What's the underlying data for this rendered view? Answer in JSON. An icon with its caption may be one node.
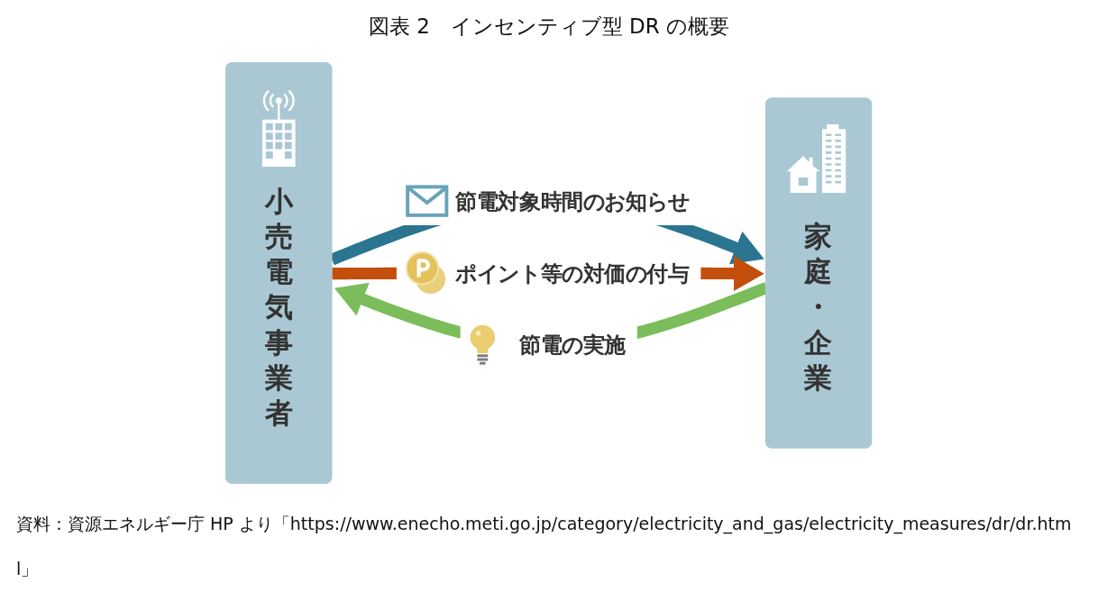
{
  "diagram": {
    "title": "図表 2　インセンティブ型 DR の概要",
    "caption": "資料：資源エネルギー庁 HP より「https://www.enecho.meti.go.jp/category/electricity_and_gas/electricity_measures/dr/dr.html」",
    "nodes": [
      {
        "text": [
          "小売電気事業者"
        ]
      },
      {
        "text": [
          "家庭・企業"
        ]
      }
    ],
    "edges": [
      {
        "from": 0,
        "to": 1,
        "arrow": "to",
        "label": "節電対象時間のお知らせ",
        "color": "#2a7590"
      },
      {
        "from": 1,
        "to": 0,
        "arrow": "to",
        "label": "節電の実施",
        "color": "#7bbd5a"
      },
      {
        "from": 0,
        "to": 1,
        "arrow": "to",
        "label": "ポイント等の対価の付与",
        "color": "#c44e0b"
      }
    ]
  }
}
